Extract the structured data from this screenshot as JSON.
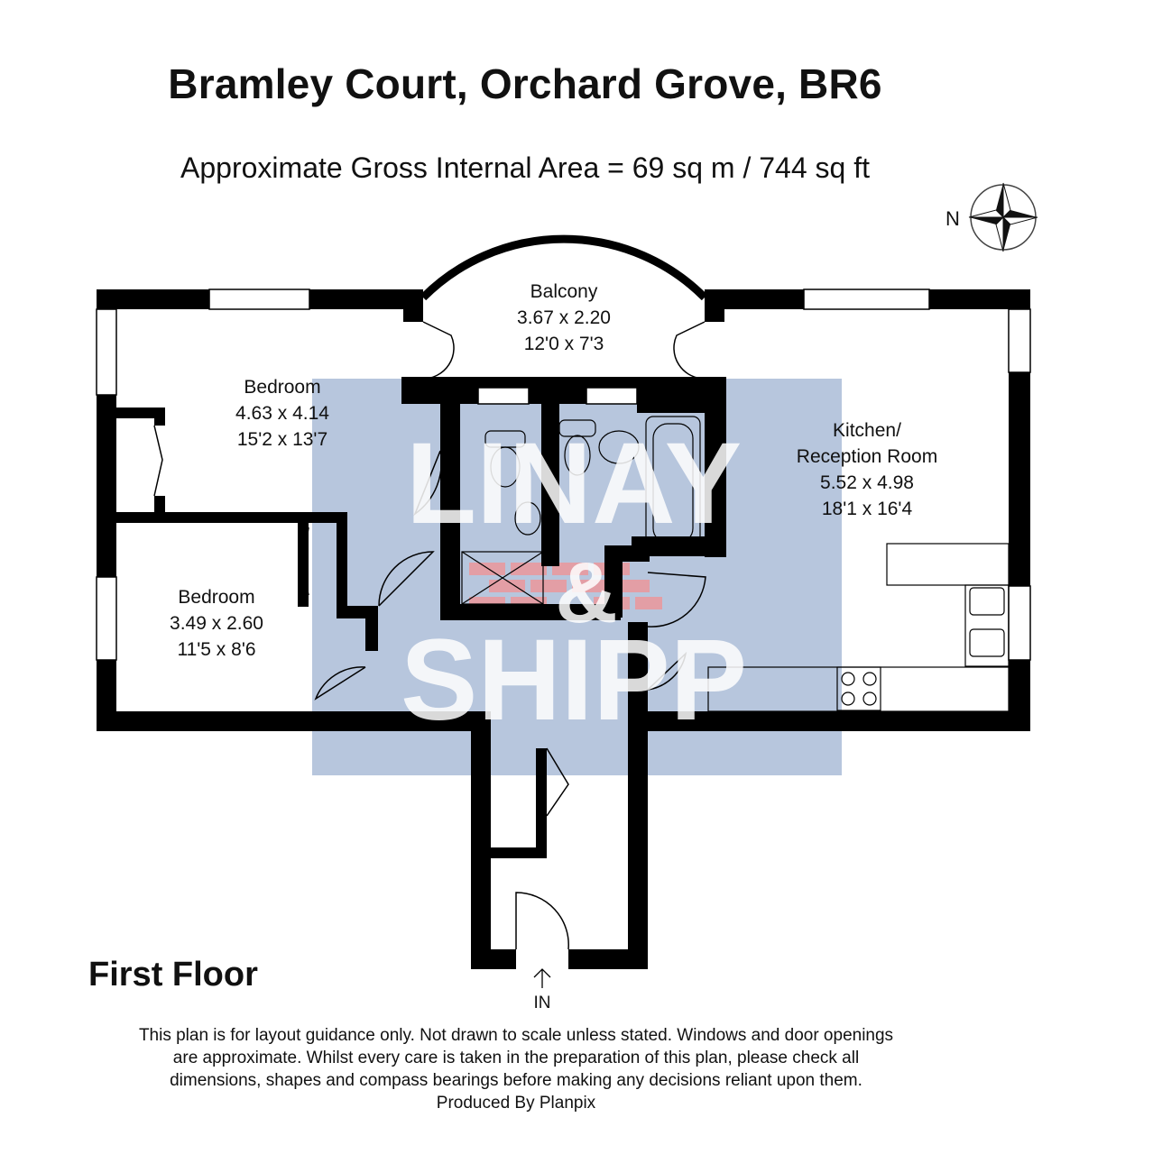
{
  "header": {
    "title": "Bramley Court, Orchard Grove, BR6",
    "area": "Approximate Gross Internal Area = 69 sq m / 744 sq ft"
  },
  "compass": {
    "label": "N"
  },
  "rooms": {
    "balcony": {
      "name": "Balcony",
      "metric": "3.67 x 2.20",
      "imperial": "12'0 x 7'3"
    },
    "bedroom1": {
      "name": "Bedroom",
      "metric": "4.63 x 4.14",
      "imperial": "15'2 x 13'7"
    },
    "bedroom2": {
      "name": "Bedroom",
      "metric": "3.49 x 2.60",
      "imperial": "11'5 x 8'6"
    },
    "kitchen": {
      "name_line1": "Kitchen/",
      "name_line2": "Reception Room",
      "metric": "5.52 x 4.98",
      "imperial": "18'1 x 16'4"
    }
  },
  "watermark": {
    "line1": "LINAY",
    "amp": "&",
    "line2": "SHIPP"
  },
  "entrance": {
    "label": "IN"
  },
  "floor": {
    "label": "First Floor"
  },
  "disclaimer": {
    "line1": "This plan is for layout guidance only. Not drawn to scale unless stated. Windows and door openings",
    "line2": "are approximate. Whilst every care is taken in the preparation of this plan, please check all",
    "line3": "dimensions, shapes and compass bearings before making any decisions reliant upon them.",
    "line4": "Produced By Planpix"
  },
  "colors": {
    "wall": "#000000",
    "watermark_blue": "#9fb3d1",
    "watermark_red": "#e89aa0"
  }
}
